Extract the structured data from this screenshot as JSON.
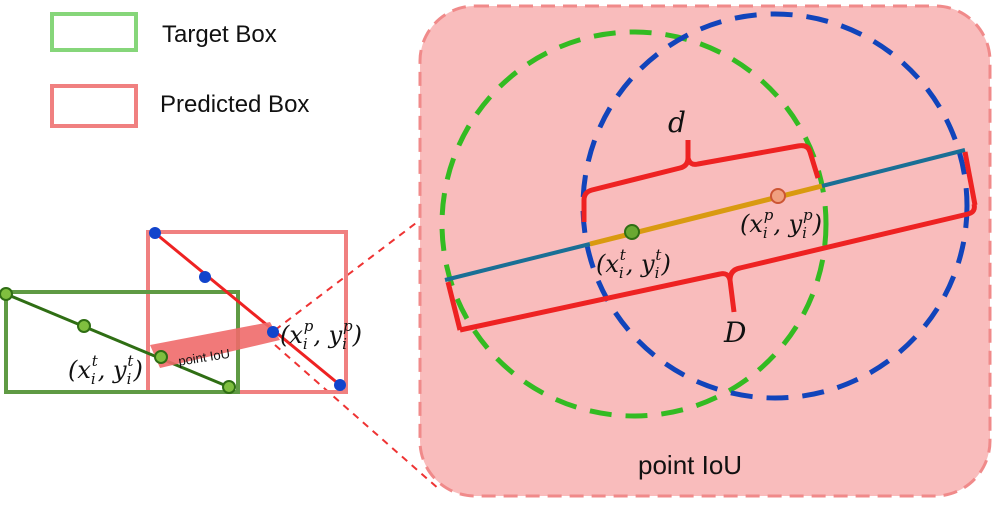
{
  "legend": {
    "target_label": "Target Box",
    "predicted_label": "Predicted Box"
  },
  "labels": {
    "point_iou_strip": "point IoU",
    "caption": "point IoU",
    "d": "d",
    "D": "D",
    "target_point": "(x_i^t, y_i^t)",
    "predicted_point": "(x_i^p, y_i^p)"
  },
  "colors": {
    "target_green": "#4a8a2e",
    "target_legend_green": "#86d67a",
    "predicted_red": "#f08080",
    "zoom_fill": "#f9bcbc",
    "zoom_border": "#f08a8a",
    "red_line": "#ee2222",
    "blue_point": "#1144cc",
    "green_circle": "#33bb22",
    "blue_circle": "#1144bb",
    "teal_line": "#1a6f95",
    "orange_line": "#d99a10"
  }
}
